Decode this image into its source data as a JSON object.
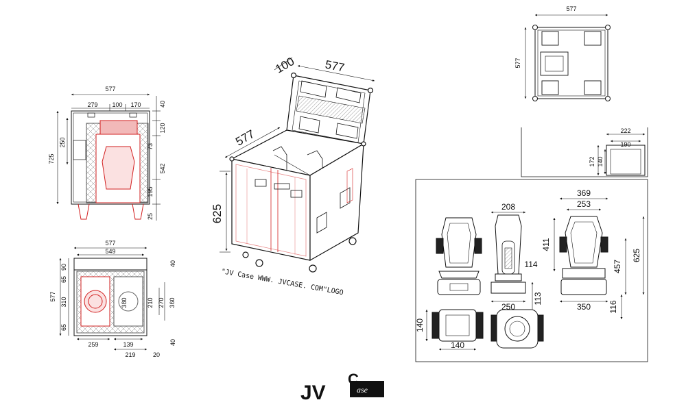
{
  "views": {
    "front": {
      "width": "577",
      "w1": "279",
      "w2": "100",
      "w3": "170",
      "height": "725",
      "left_h": "250",
      "r1": "40",
      "r2": "120",
      "r3": "73",
      "r4": "542",
      "r5": "195",
      "r6": "25"
    },
    "top": {
      "width": "577",
      "inner": "549",
      "l1": "90",
      "l2": "65",
      "l3": "310",
      "l4": "65",
      "height": "577",
      "b1": "259",
      "b2": "139",
      "b3": "219",
      "b4": "20",
      "r_top": "40",
      "r_bot": "40",
      "c1": "380",
      "c2": "210",
      "c3": "270",
      "c4": "360"
    },
    "iso": {
      "depth": "100",
      "width": "577",
      "side": "577",
      "height": "625",
      "note": "\"JV Case WWW. JVCASE. COM\"LOGO"
    },
    "plan": {
      "width": "577",
      "height": "577"
    },
    "small_box": {
      "outer_w": "222",
      "inner_w": "190",
      "outer_h": "172",
      "inner_h": "140"
    },
    "fixture": {
      "side_w": "208",
      "side_h": "114",
      "side_base": "250",
      "side_foot": "113",
      "front_w": "369",
      "front_inner": "253",
      "front_h1": "411",
      "front_h2": "457",
      "front_h3": "625",
      "front_base": "350",
      "front_foot": "116",
      "base_h": "140",
      "base_w": "140"
    }
  },
  "logo": {
    "jv": "JV",
    "c": "C",
    "case": "ase"
  },
  "colors": {
    "line": "#111111",
    "red": "#d21f1f",
    "light_red": "#e88a8a"
  }
}
